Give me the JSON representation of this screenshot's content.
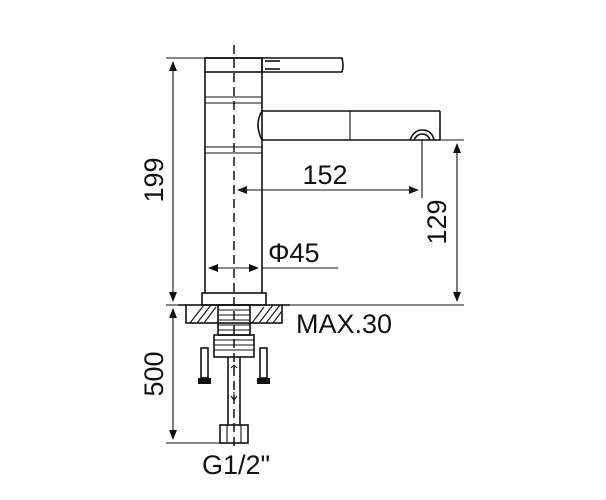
{
  "dimensions": {
    "overall_height": "199",
    "spout_reach": "152",
    "spout_height": "129",
    "body_diameter": "Φ45",
    "max_deck_thickness": "MAX.30",
    "hose_length": "500",
    "connection_thread": "G1/2\""
  },
  "colors": {
    "line": "#111111",
    "background": "#ffffff"
  }
}
